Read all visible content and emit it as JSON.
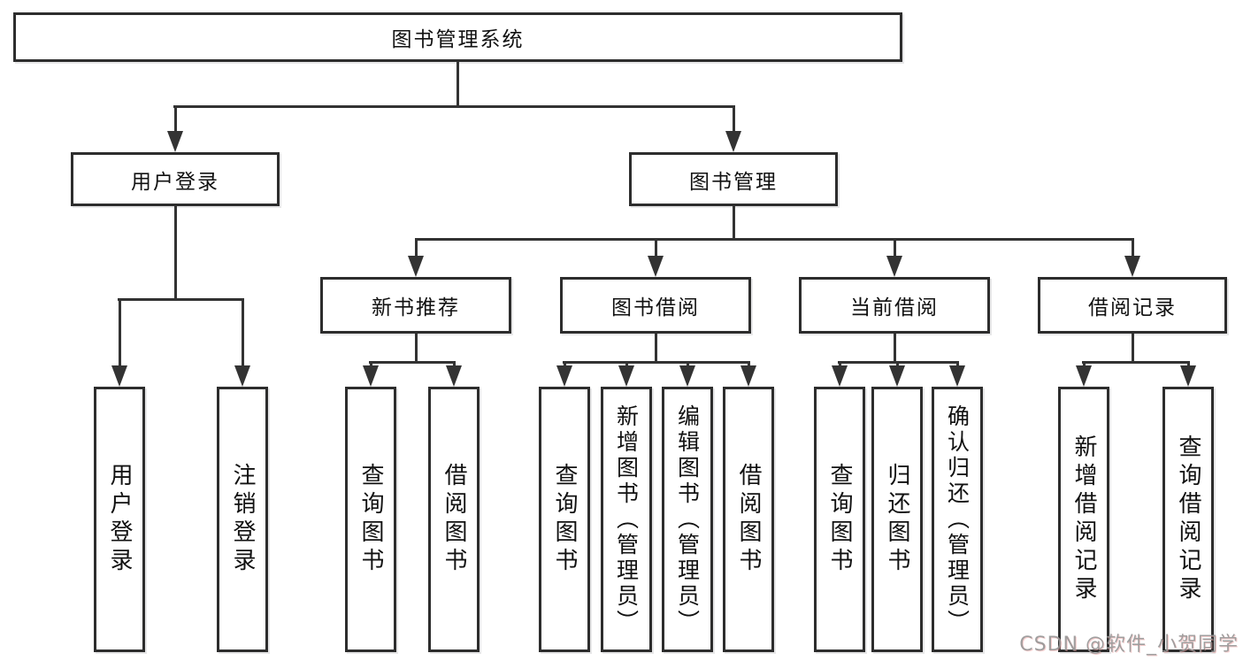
{
  "diagram": {
    "root": {
      "label": "图书管理系统"
    },
    "branches": [
      {
        "label": "用户登录",
        "children": [
          {
            "label": "用户登录"
          },
          {
            "label": "注销登录"
          }
        ]
      },
      {
        "label": "图书管理",
        "children": [
          {
            "label": "新书推荐",
            "children": [
              {
                "label": "查询图书"
              },
              {
                "label": "借阅图书"
              }
            ]
          },
          {
            "label": "图书借阅",
            "children": [
              {
                "label": "查询图书"
              },
              {
                "label": "新增图书（管理员）"
              },
              {
                "label": "编辑图书（管理员）"
              },
              {
                "label": "借阅图书"
              }
            ]
          },
          {
            "label": "当前借阅",
            "children": [
              {
                "label": "查询图书"
              },
              {
                "label": "归还图书"
              },
              {
                "label": "确认归还（管理员）"
              }
            ]
          },
          {
            "label": "借阅记录",
            "children": [
              {
                "label": "新增借阅记录"
              },
              {
                "label": "查询借阅记录"
              }
            ]
          }
        ]
      }
    ]
  },
  "watermark": {
    "text": "CSDN @软件_小贺同学"
  },
  "colors": {
    "line": "#333333",
    "box_border": "#2d2d2d",
    "box_fill": "#ffffff",
    "text": "#111111",
    "watermark": "#969696"
  }
}
